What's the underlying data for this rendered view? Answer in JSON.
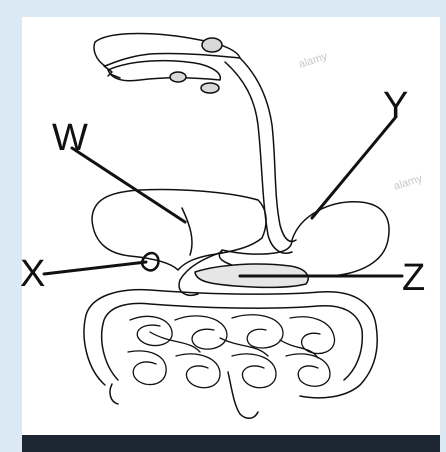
{
  "diagram": {
    "labels": {
      "W": "W",
      "X": "X",
      "Y": "Y",
      "Z": "Z"
    },
    "watermark_text": "alamy",
    "colors": {
      "outline": "#111111",
      "background": "#dbe9f4",
      "panel": "#ffffff",
      "bar": "#1d2733"
    }
  }
}
